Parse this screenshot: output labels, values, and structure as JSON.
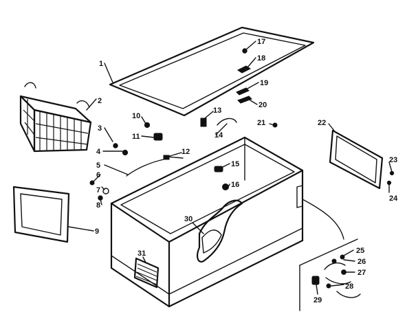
{
  "callouts": [
    "1",
    "2",
    "3",
    "4",
    "5",
    "6",
    "7",
    "8",
    "9",
    "10",
    "11",
    "12",
    "13",
    "14",
    "15",
    "16",
    "17",
    "18",
    "19",
    "20",
    "21",
    "22",
    "23",
    "24",
    "25",
    "26",
    "27",
    "28",
    "29",
    "30",
    "31"
  ],
  "colors": {
    "ink": "#111111",
    "paper": "#ffffff"
  }
}
